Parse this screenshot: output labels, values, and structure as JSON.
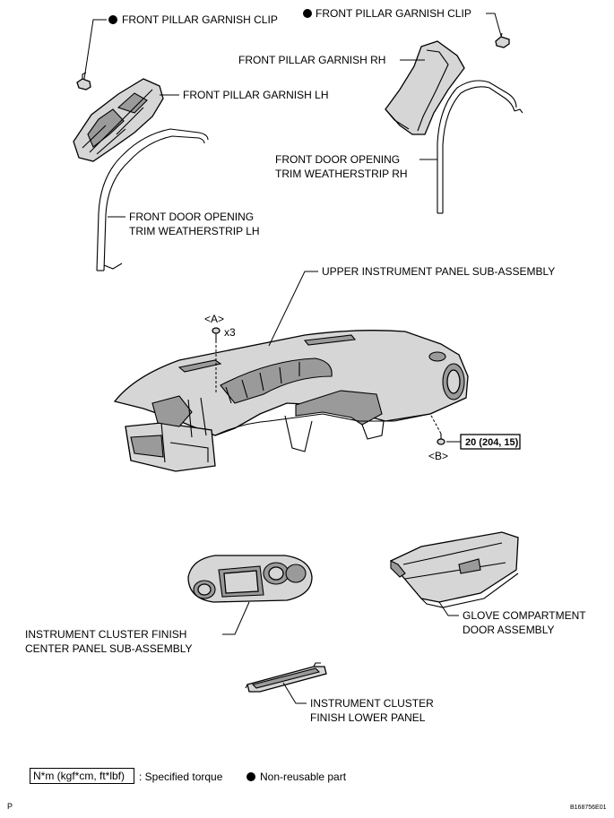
{
  "labels": {
    "clip_lh": "FRONT PILLAR GARNISH CLIP",
    "clip_rh": "FRONT PILLAR GARNISH CLIP",
    "garnish_rh": "FRONT PILLAR GARNISH RH",
    "garnish_lh": "FRONT PILLAR GARNISH LH",
    "weatherstrip_rh_1": "FRONT DOOR OPENING",
    "weatherstrip_rh_2": "TRIM WEATHERSTRIP RH",
    "weatherstrip_lh_1": "FRONT DOOR OPENING",
    "weatherstrip_lh_2": "TRIM WEATHERSTRIP LH",
    "upper_panel": "UPPER INSTRUMENT PANEL SUB-ASSEMBLY",
    "bolt_a": "<A>",
    "bolt_a_qty": "x3",
    "torque_value": "20 (204, 15)",
    "bolt_b": "<B>",
    "center_panel_1": "INSTRUMENT CLUSTER FINISH",
    "center_panel_2": "CENTER PANEL SUB-ASSEMBLY",
    "glove_1": "GLOVE COMPARTMENT",
    "glove_2": "DOOR ASSEMBLY",
    "lower_panel_1": "INSTRUMENT CLUSTER",
    "lower_panel_2": "FINISH LOWER PANEL"
  },
  "legend": {
    "torque_unit": "N*m (kgf*cm, ft*lbf)",
    "torque_desc": ": Specified torque",
    "nonreusable_desc": "Non-reusable part"
  },
  "footer": {
    "left_code": "P",
    "right_code": "B168756E01"
  }
}
